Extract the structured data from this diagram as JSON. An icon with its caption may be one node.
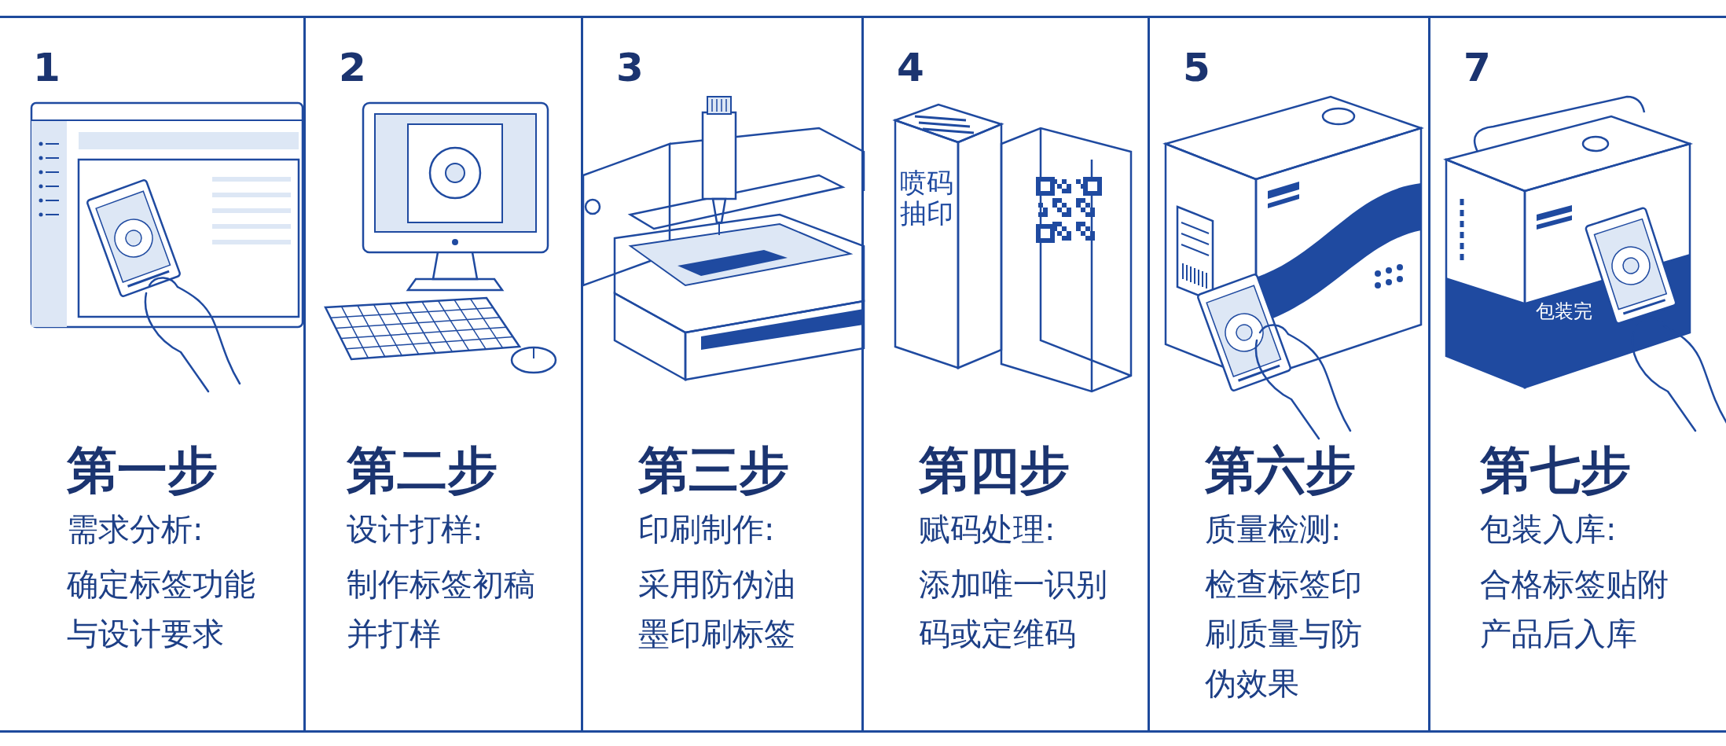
{
  "diagram": {
    "nodes": [
      {
        "text": [
          "1",
          "第一步",
          "需求分析:",
          "确定标签功能与设计要求"
        ]
      },
      {
        "text": [
          "2",
          "第二步",
          "设计打样:",
          "制作标签初稿并打样"
        ]
      },
      {
        "text": [
          "3",
          "第三步",
          "印刷制作:",
          "采用防伪油墨印刷标签"
        ]
      },
      {
        "text": [
          "4",
          "第四步",
          "赋码处理:",
          "添加唯一识别码或定维码"
        ]
      },
      {
        "text": [
          "5",
          "第六步",
          "质量检测:",
          "检查标签印刷质量与防伪效果"
        ]
      },
      {
        "text": [
          "7",
          "第七步",
          "包装入库:",
          "合格标签贴附产品后入库"
        ]
      }
    ],
    "labels": [
      "喷码抽印",
      "包装完"
    ]
  }
}
